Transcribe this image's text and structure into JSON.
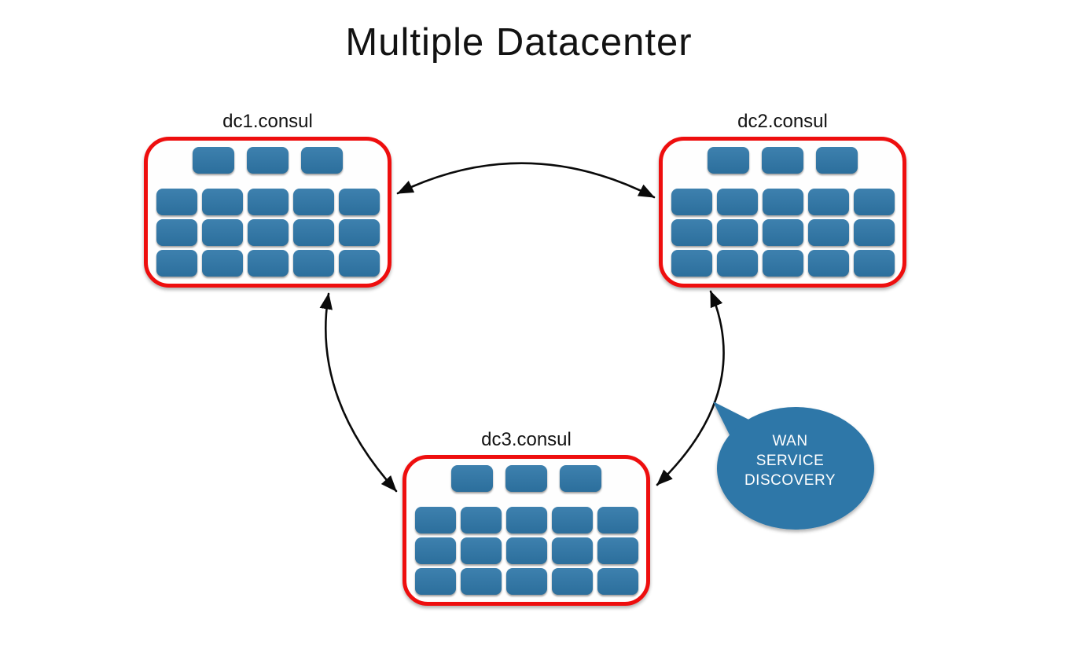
{
  "title": "Multiple Datacenter",
  "colors": {
    "background": "#ffffff",
    "node_blue": "#2f77a8",
    "border_red": "#ee0e0e",
    "bubble_blue": "#2f77a8",
    "arrow_black": "#0a0a0a",
    "label_black": "#121212",
    "bubble_text": "#ffffff"
  },
  "datacenters": [
    {
      "id": "dc1",
      "label": "dc1.consul",
      "server_count": 3,
      "client_count": 15
    },
    {
      "id": "dc2",
      "label": "dc2.consul",
      "server_count": 3,
      "client_count": 15
    },
    {
      "id": "dc3",
      "label": "dc3.consul",
      "server_count": 3,
      "client_count": 15
    }
  ],
  "callout": {
    "lines": [
      "WAN",
      "SERVICE",
      "DISCOVERY"
    ]
  },
  "connections": [
    {
      "from": "dc1.consul",
      "to": "dc2.consul",
      "style": "curved",
      "bidirectional": true
    },
    {
      "from": "dc1.consul",
      "to": "dc3.consul",
      "style": "curved",
      "bidirectional": true
    },
    {
      "from": "dc2.consul",
      "to": "dc3.consul",
      "style": "curved",
      "bidirectional": true
    }
  ]
}
